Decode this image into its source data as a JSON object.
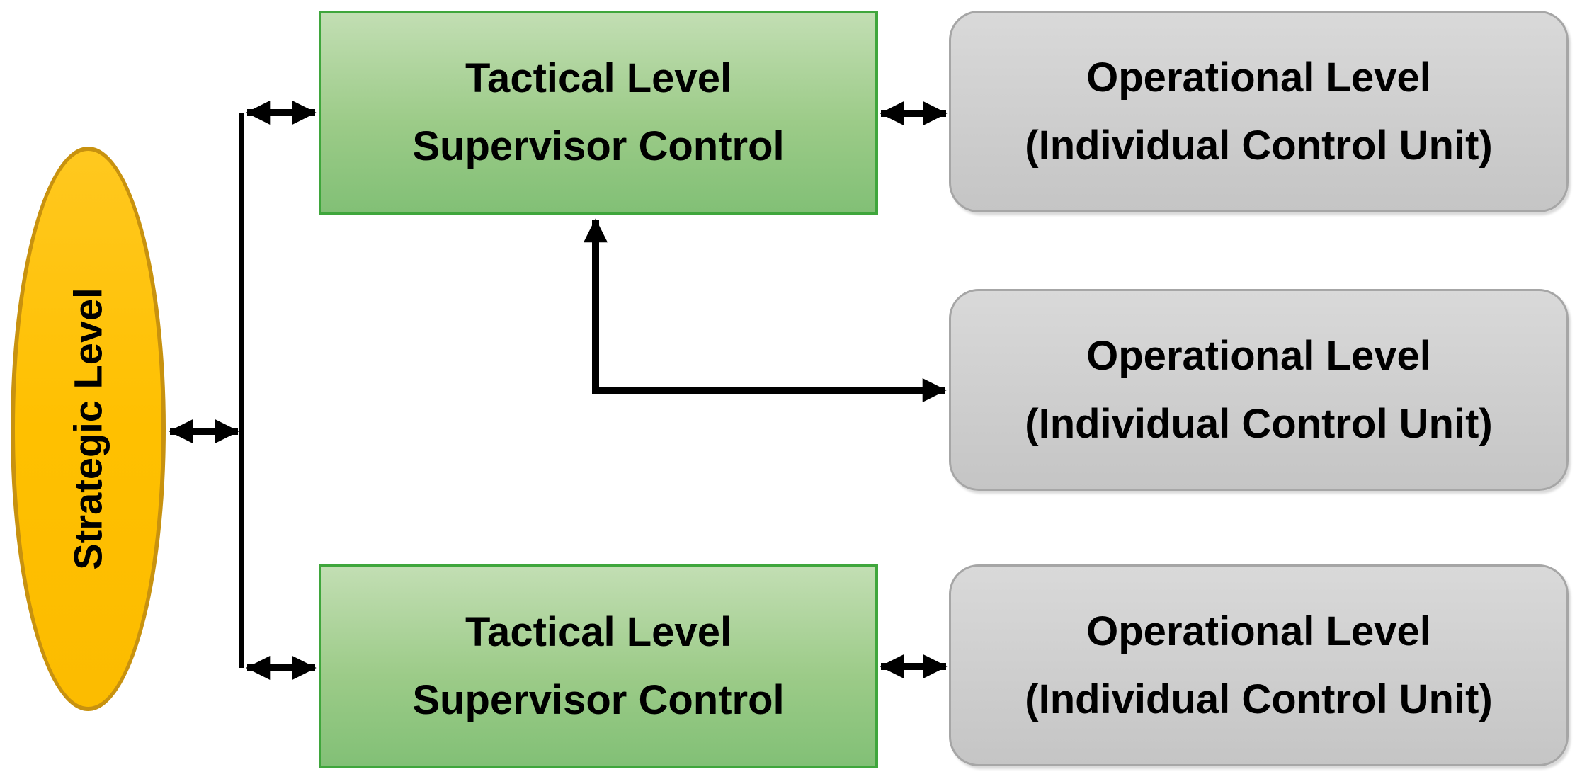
{
  "figure": {
    "background_color": "#ffffff",
    "strategic_node": {
      "label": "Strategic Level",
      "shape": "ellipse",
      "fill": "#ffc000",
      "border_color": "#c8920f",
      "text_rotation": "-90deg"
    },
    "tactical_boxes": [
      {
        "id": "tactical-top",
        "line1": "Tactical Level",
        "line2": "Supervisor Control"
      },
      {
        "id": "tactical-bottom",
        "line1": "Tactical Level",
        "line2": "Supervisor Control"
      }
    ],
    "operational_boxes": [
      {
        "id": "operational-top",
        "line1": "Operational Level",
        "line2": "(Individual Control Unit)"
      },
      {
        "id": "operational-middle",
        "line1": "Operational Level",
        "line2": "(Individual Control Unit)"
      },
      {
        "id": "operational-bottom",
        "line1": "Operational Level",
        "line2": "(Individual Control Unit)"
      }
    ],
    "colors": {
      "tactical_fill_top": "#c2deb3",
      "tactical_fill_bottom": "#82c076",
      "tactical_border": "#3fa63c",
      "operational_fill_top": "#d9d9d9",
      "operational_fill_bottom": "#c5c5c5",
      "operational_border": "#a6a6a6",
      "strategic_fill": "#ffc000",
      "strategic_border": "#c8920f",
      "arrow": "#000000",
      "text": "#000000"
    },
    "connectors": [
      {
        "from": "strategic",
        "to": "trunk-line",
        "style": "double-headed-arrow"
      },
      {
        "from": "trunk-line",
        "to": "tactical-top",
        "style": "double-headed-arrow"
      },
      {
        "from": "trunk-line",
        "to": "tactical-bottom",
        "style": "double-headed-arrow"
      },
      {
        "from": "tactical-top",
        "to": "operational-top",
        "style": "double-headed-arrow"
      },
      {
        "from": "tactical-bottom",
        "to": "operational-bottom",
        "style": "double-headed-arrow"
      },
      {
        "from": "tactical-top",
        "to": "operational-middle",
        "style": "elbow-double-headed-arrow"
      }
    ]
  }
}
